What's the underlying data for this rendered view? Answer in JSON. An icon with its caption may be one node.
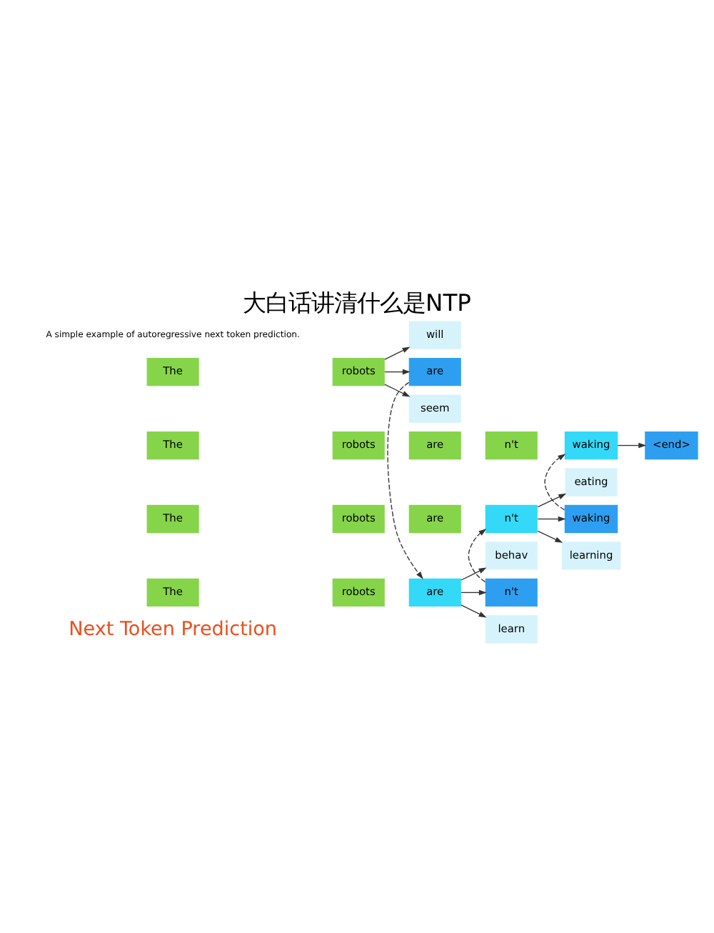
{
  "diagram": {
    "title": "大白话讲清什么是NTP",
    "nodes": [
      {
        "text": [
          "The"
        ]
      },
      {
        "text": [
          "robots"
        ]
      },
      {
        "text": [
          "will"
        ]
      },
      {
        "text": [
          "are"
        ]
      },
      {
        "text": [
          "seem"
        ]
      },
      {
        "text": [
          "The"
        ]
      },
      {
        "text": [
          "robots"
        ]
      },
      {
        "text": [
          "are"
        ]
      },
      {
        "text": [
          "behav"
        ]
      },
      {
        "text": [
          "n't"
        ]
      },
      {
        "text": [
          "learn"
        ]
      },
      {
        "text": [
          "The"
        ]
      },
      {
        "text": [
          "robots"
        ]
      },
      {
        "text": [
          "are"
        ]
      },
      {
        "text": [
          "n't"
        ]
      },
      {
        "text": [
          "eating"
        ]
      },
      {
        "text": [
          "waking"
        ]
      },
      {
        "text": [
          "learning"
        ]
      },
      {
        "text": [
          "The"
        ]
      },
      {
        "text": [
          "robots"
        ]
      },
      {
        "text": [
          "are"
        ]
      },
      {
        "text": [
          "n't"
        ]
      },
      {
        "text": [
          "waking"
        ]
      },
      {
        "text": [
          "<end>"
        ]
      }
    ],
    "edges": [
      {
        "from": 1,
        "to": 2,
        "arrow": "to"
      },
      {
        "from": 1,
        "to": 3,
        "arrow": "to"
      },
      {
        "from": 1,
        "to": 4,
        "arrow": "to"
      },
      {
        "from": 3,
        "to": 7,
        "arrow": "to",
        "style": "dashed"
      },
      {
        "from": 7,
        "to": 8,
        "arrow": "to"
      },
      {
        "from": 7,
        "to": 9,
        "arrow": "to"
      },
      {
        "from": 7,
        "to": 10,
        "arrow": "to"
      },
      {
        "from": 9,
        "to": 14,
        "arrow": "to",
        "style": "dashed"
      },
      {
        "from": 14,
        "to": 15,
        "arrow": "to"
      },
      {
        "from": 14,
        "to": 16,
        "arrow": "to"
      },
      {
        "from": 14,
        "to": 17,
        "arrow": "to"
      },
      {
        "from": 16,
        "to": 22,
        "arrow": "to",
        "style": "dashed"
      },
      {
        "from": 22,
        "to": 23,
        "arrow": "to"
      }
    ],
    "labels": [
      "Next Token Prediction",
      "A simple example of autoregressive next token prediction."
    ]
  }
}
